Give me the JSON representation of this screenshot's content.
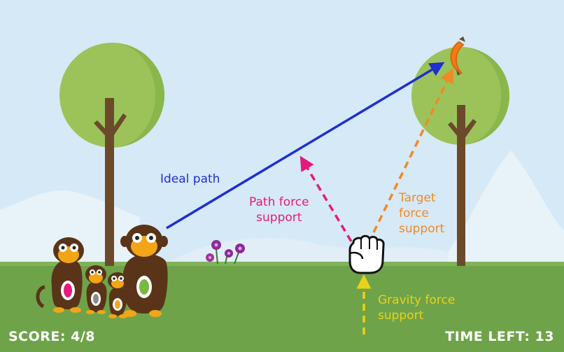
{
  "hud": {
    "score_label": "SCORE:",
    "score_value": "4/8",
    "time_label": "TIME LEFT:",
    "time_value": "13"
  },
  "annotations": {
    "ideal_path": "Ideal path",
    "path_force_line1": "Path force",
    "path_force_line2": "support",
    "target_force_line1": "Target",
    "target_force_line2": "force",
    "target_force_line3": "support",
    "gravity_force_line1": "Gravity force",
    "gravity_force_line2": "support"
  },
  "colors": {
    "sky": "#d6e9f6",
    "grass": "#6fa34a",
    "ideal_path": "#1f2fd0",
    "path_force": "#e6197d",
    "target_force": "#f08a24",
    "gravity_force": "#e8d21a",
    "hud_text": "#ffffff"
  },
  "icons": [
    "tree",
    "monkey",
    "flower",
    "hand-cursor",
    "banana"
  ]
}
